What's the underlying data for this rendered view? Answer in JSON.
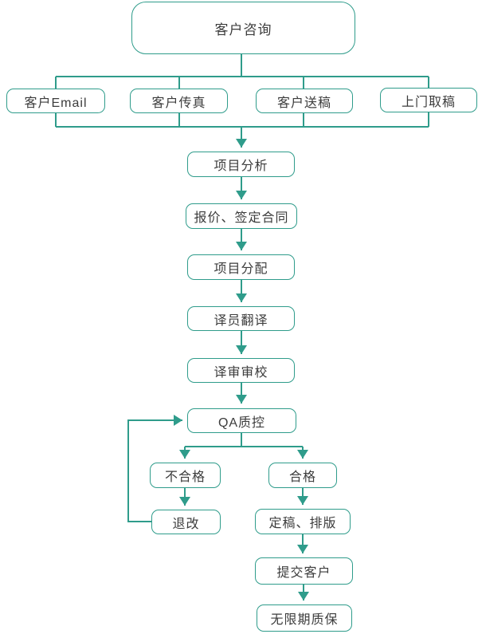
{
  "diagram": {
    "type": "flowchart",
    "colors": {
      "line": "#2F9C8B",
      "node_border": "#2F9C8B",
      "node_fill": "#FFFFFF",
      "text": "#3C3C3C",
      "background": "#FFFFFF"
    },
    "nodes": {
      "consult": {
        "label": "客户咨询"
      },
      "email": {
        "label": "客户Email"
      },
      "fax": {
        "label": "客户传真"
      },
      "deliver": {
        "label": "客户送稿"
      },
      "pickup": {
        "label": "上门取稿"
      },
      "analysis": {
        "label": "项目分析"
      },
      "quote": {
        "label": "报价、签定合同"
      },
      "allocate": {
        "label": "项目分配"
      },
      "translate": {
        "label": "译员翻译"
      },
      "review": {
        "label": "译审审校"
      },
      "qa": {
        "label": "QA质控"
      },
      "fail": {
        "label": "不合格"
      },
      "pass": {
        "label": "合格"
      },
      "revise": {
        "label": "退改"
      },
      "finalize": {
        "label": "定稿、排版"
      },
      "submit": {
        "label": "提交客户"
      },
      "warranty": {
        "label": "无限期质保"
      }
    },
    "edges": [
      {
        "from": "consult",
        "to": "email"
      },
      {
        "from": "consult",
        "to": "fax"
      },
      {
        "from": "consult",
        "to": "deliver"
      },
      {
        "from": "consult",
        "to": "pickup"
      },
      {
        "from": "email",
        "to": "analysis"
      },
      {
        "from": "fax",
        "to": "analysis"
      },
      {
        "from": "deliver",
        "to": "analysis"
      },
      {
        "from": "pickup",
        "to": "analysis"
      },
      {
        "from": "analysis",
        "to": "quote"
      },
      {
        "from": "quote",
        "to": "allocate"
      },
      {
        "from": "allocate",
        "to": "translate"
      },
      {
        "from": "translate",
        "to": "review"
      },
      {
        "from": "review",
        "to": "qa"
      },
      {
        "from": "qa",
        "to": "fail"
      },
      {
        "from": "qa",
        "to": "pass"
      },
      {
        "from": "fail",
        "to": "revise"
      },
      {
        "from": "revise",
        "to": "qa"
      },
      {
        "from": "pass",
        "to": "finalize"
      },
      {
        "from": "finalize",
        "to": "submit"
      },
      {
        "from": "submit",
        "to": "warranty"
      }
    ]
  }
}
